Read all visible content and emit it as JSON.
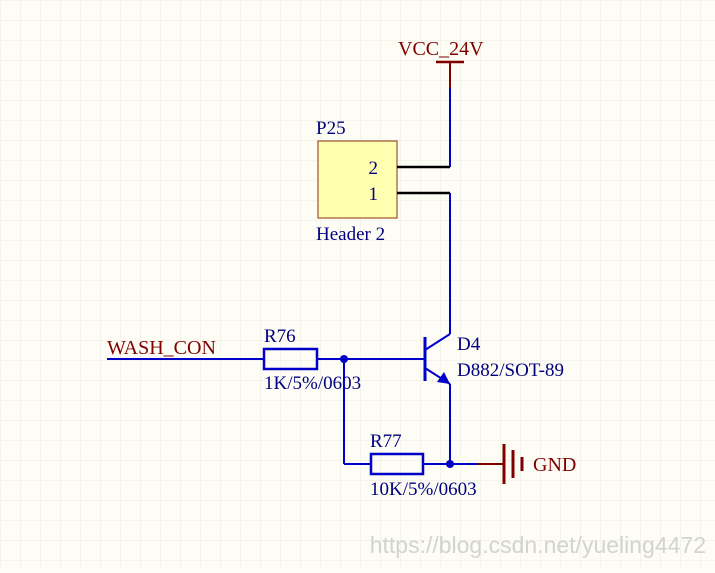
{
  "power": {
    "vcc_label": "VCC_24V",
    "gnd_label": "GND"
  },
  "connector": {
    "designator": "P25",
    "pin2": "2",
    "pin1": "1",
    "value": "Header 2"
  },
  "net": {
    "input_label": "WASH_CON"
  },
  "r76": {
    "designator": "R76",
    "value": "1K/5%/0603"
  },
  "r77": {
    "designator": "R77",
    "value": "10K/5%/0603"
  },
  "transistor": {
    "designator": "D4",
    "value": "D882/SOT-89"
  },
  "watermark": "https://blog.csdn.net/yueling4472",
  "colors": {
    "background": "#fdfcf5",
    "grid": "#ecebe3",
    "wire_blue": "#0000c8",
    "net_red": "#800000",
    "part_blue": "#000080",
    "body_fill": "#ffffb0",
    "body_stroke": "#a0522d",
    "pin_black": "#000000"
  }
}
